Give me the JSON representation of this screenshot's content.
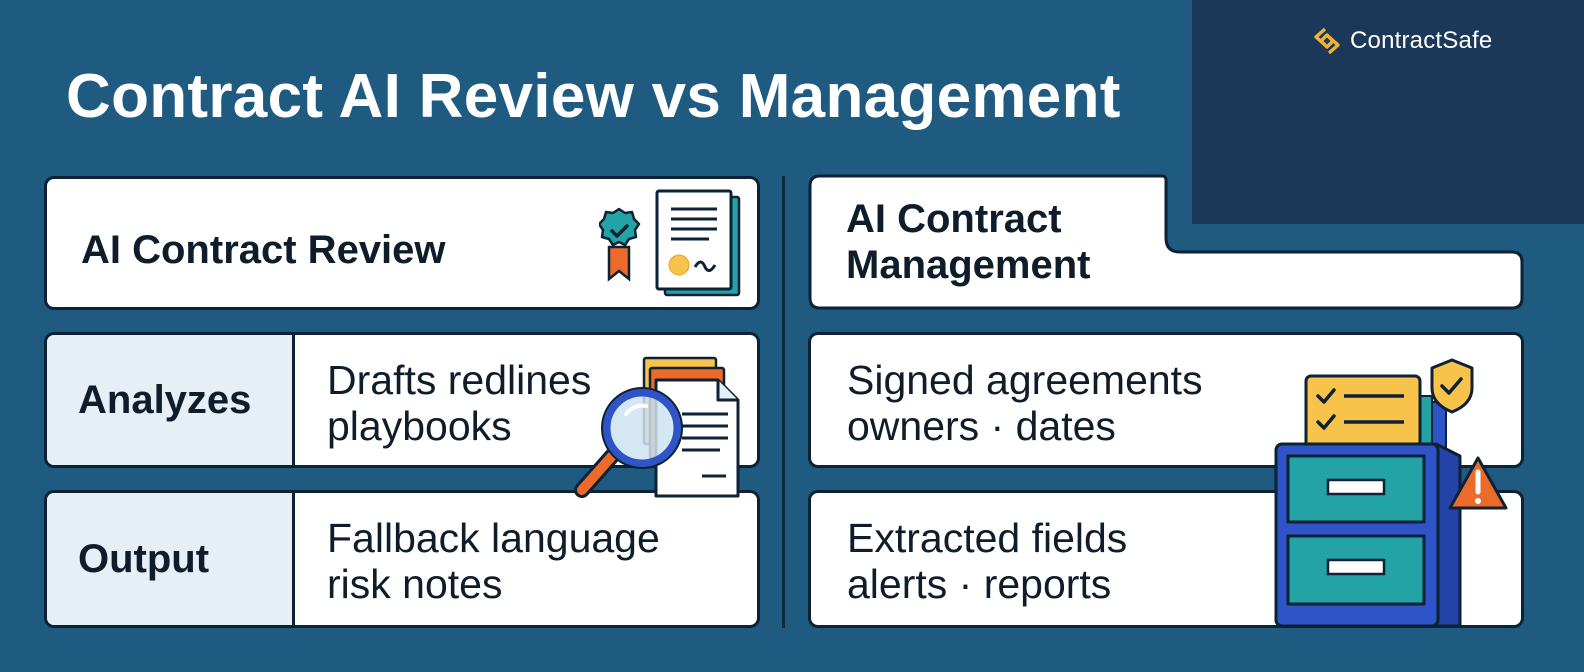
{
  "brand": {
    "name": "ContractSafe",
    "logo_icon": "contractsafe-logo-icon",
    "accent": "#f2b134"
  },
  "title": "Contract AI Review vs Management",
  "colors": {
    "background": "#1f5b80",
    "corner_panel": "#1b3858",
    "card": "#ffffff",
    "label_cell": "#e6eef6",
    "teal": "#23a3a6",
    "orange": "#ec6b2a",
    "blue": "#2e54c8",
    "yellow": "#f7c34a"
  },
  "left_column": {
    "heading": "AI Contract Review",
    "heading_icon": "certified-document-icon",
    "rows": [
      {
        "label": "Analyzes",
        "lines": [
          "Drafts redlines",
          "playbooks"
        ],
        "icon": "magnifying-glass-documents-icon"
      },
      {
        "label": "Output",
        "lines": [
          "Fallback language",
          "risk notes"
        ]
      }
    ]
  },
  "right_column": {
    "heading_lines": [
      "AI Contract",
      "Management"
    ],
    "rows": [
      {
        "lines": [
          "Signed agreements",
          "owners · dates"
        ]
      },
      {
        "lines": [
          "Extracted fields",
          "alerts · reports"
        ]
      }
    ],
    "illustration": "filing-cabinet-checklist-warning-icon"
  }
}
